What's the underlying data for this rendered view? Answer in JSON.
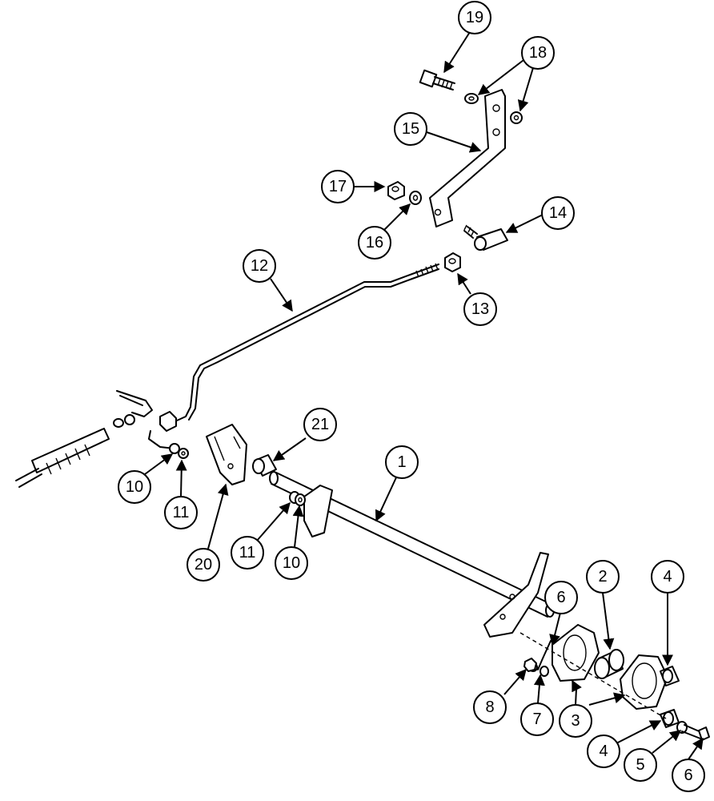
{
  "callouts": [
    {
      "id": "c19",
      "label": "19"
    },
    {
      "id": "c18",
      "label": "18"
    },
    {
      "id": "c15",
      "label": "15"
    },
    {
      "id": "c17",
      "label": "17"
    },
    {
      "id": "c16",
      "label": "16"
    },
    {
      "id": "c14",
      "label": "14"
    },
    {
      "id": "c12",
      "label": "12"
    },
    {
      "id": "c13",
      "label": "13"
    },
    {
      "id": "c21",
      "label": "21"
    },
    {
      "id": "c1",
      "label": "1"
    },
    {
      "id": "c10a",
      "label": "10"
    },
    {
      "id": "c11a",
      "label": "11"
    },
    {
      "id": "c20",
      "label": "20"
    },
    {
      "id": "c11b",
      "label": "11"
    },
    {
      "id": "c10b",
      "label": "10"
    },
    {
      "id": "c2",
      "label": "2"
    },
    {
      "id": "c4a",
      "label": "4"
    },
    {
      "id": "c6a",
      "label": "6"
    },
    {
      "id": "c8",
      "label": "8"
    },
    {
      "id": "c7",
      "label": "7"
    },
    {
      "id": "c3",
      "label": "3"
    },
    {
      "id": "c4b",
      "label": "4"
    },
    {
      "id": "c5",
      "label": "5"
    },
    {
      "id": "c6b",
      "label": "6"
    }
  ]
}
